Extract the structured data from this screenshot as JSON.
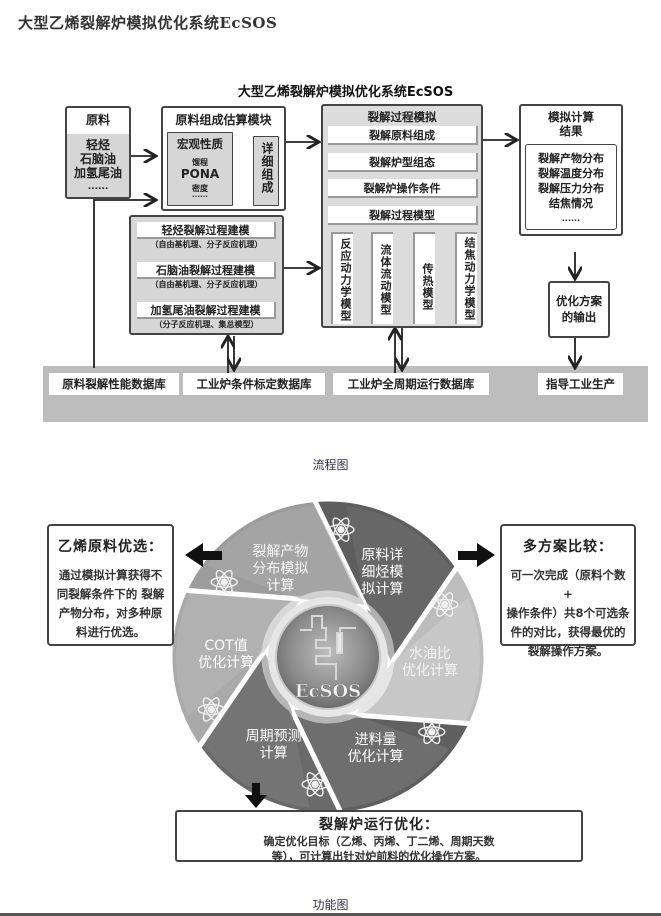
{
  "page": {
    "title": "大型乙烯裂解炉模拟优化系统EcSOS"
  },
  "flowchart": {
    "title": "大型乙烯裂解炉模拟优化系统EcSOS",
    "caption": "流程图",
    "feedstock": {
      "title": "原料",
      "items": [
        "轻烃",
        "石脑油",
        "加氢尾油",
        "......"
      ]
    },
    "composition_module": {
      "title": "原料组成估算模块",
      "macro": {
        "title": "宏观性质",
        "items": [
          "馏程",
          "PONA",
          "密度",
          "......"
        ]
      },
      "detail": "详细组成"
    },
    "modeling": [
      {
        "title": "轻烃裂解过程建模",
        "note": "（自由基机理、分子反应机理）"
      },
      {
        "title": "石脑油裂解过程建模",
        "note": "（自由基机理、分子反应机理）"
      },
      {
        "title": "加氢尾油裂解过程建模",
        "note": "（分子反应机理、集总模型）"
      }
    ],
    "process_sim": {
      "title": "裂解过程模拟",
      "rows": [
        "裂解原料组成",
        "裂解炉型组态",
        "裂解炉操作条件",
        "裂解过程模型"
      ],
      "models": [
        "反应动力学模型",
        "流体流动模型",
        "传热模型",
        "结焦动力学模型"
      ]
    },
    "results": {
      "title": "模拟计算结果",
      "items": [
        "裂解产物分布",
        "裂解温度分布",
        "裂解压力分布",
        "结焦情况",
        "......"
      ]
    },
    "optimization_output": "优化方案的输出",
    "databases": [
      "原料裂解性能数据库",
      "工业炉条件标定数据库",
      "工业炉全周期运行数据库",
      "指导工业生产"
    ]
  },
  "function_diagram": {
    "caption": "功能图",
    "center_label": "EcSOS",
    "segments": [
      "原料详细烃模拟计算",
      "水油比优化计算",
      "进料量优化计算",
      "周期预测计算",
      "COT值优化计算",
      "裂解产物分布模拟计算"
    ],
    "segment_lines": [
      [
        "原料详",
        "细烃模",
        "拟计算"
      ],
      [
        "水油比",
        "优化计算"
      ],
      [
        "进料量",
        "优化计算"
      ],
      [
        "周期预测",
        "计算"
      ],
      [
        "COT值",
        "优化计算"
      ],
      [
        "裂解产物",
        "分布模拟",
        "计算"
      ]
    ],
    "left_box": {
      "title": "乙烯原料优选：",
      "lines": [
        "通过模拟计算获得不",
        "同裂解条件下的 裂解",
        "产物分布，对多种原",
        "料进行优选。"
      ]
    },
    "right_box": {
      "title": "多方案比较：",
      "lines": [
        "可一次完成（原料个数+",
        "操作条件）共8个可选条",
        "件的对比，获得最优的",
        "裂解操作方案。"
      ]
    },
    "bottom_box": {
      "title": "裂解炉运行优化：",
      "lines": [
        "确定优化目标（乙烯、丙烯、丁二烯、周期天数",
        "等），可计算出针对炉前料的优化操作方案。"
      ]
    }
  }
}
